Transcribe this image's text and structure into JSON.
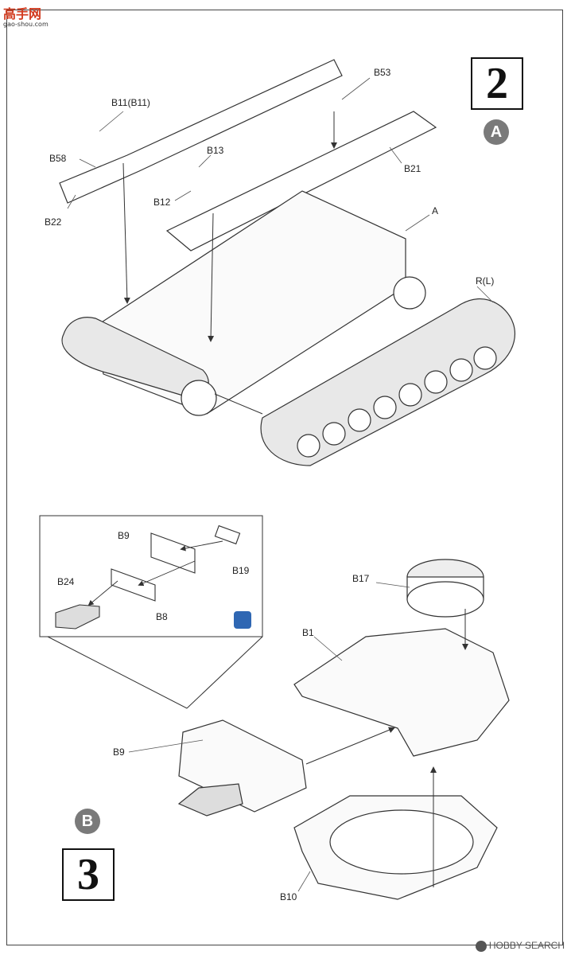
{
  "watermarks": {
    "top_text": "高手网",
    "top_url": "gao-shou.com",
    "bottom_text": "HOBBY SEARCH"
  },
  "steps": {
    "step2": "2",
    "step3": "3"
  },
  "subsections": {
    "A": "A",
    "B": "B"
  },
  "parts": {
    "B11_B11": "B11(B11)",
    "B58": "B58",
    "B22": "B22",
    "B13": "B13",
    "B12": "B12",
    "B53": "B53",
    "B21": "B21",
    "A": "A",
    "R_L": "R(L)",
    "inset_B9": "B9",
    "inset_B19": "B19",
    "inset_B24": "B24",
    "inset_B8": "B8",
    "B17": "B17",
    "B1": "B1",
    "main_B9": "B9",
    "B10": "B10"
  },
  "icons": {
    "glue": "glue-brush-icon",
    "watermark_top": "logo-icon",
    "watermark_bottom": "hobbysearch-mark-icon"
  }
}
